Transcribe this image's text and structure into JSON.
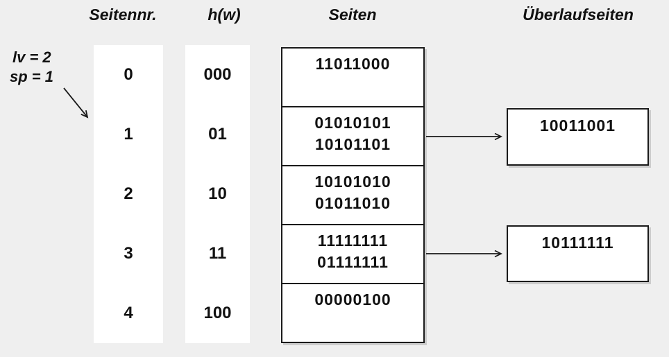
{
  "colors": {
    "background": "#efefef",
    "box_background": "#ffffff",
    "border": "#1a1a1a",
    "text": "#111111"
  },
  "headers": {
    "page_number": "Seitennr.",
    "hash": "h(w)",
    "pages": "Seiten",
    "overflow_pages": "Überlaufseiten"
  },
  "annotation": {
    "line1": "lv = 2",
    "line2": "sp = 1"
  },
  "rows": [
    {
      "nr": "0",
      "hash": "000",
      "values": [
        "11011000"
      ]
    },
    {
      "nr": "1",
      "hash": "01",
      "values": [
        "01010101",
        "10101101"
      ],
      "overflow": "10011001"
    },
    {
      "nr": "2",
      "hash": "10",
      "values": [
        "10101010",
        "01011010"
      ]
    },
    {
      "nr": "3",
      "hash": "11",
      "values": [
        "11111111",
        "01111111"
      ],
      "overflow": "10111111"
    },
    {
      "nr": "4",
      "hash": "100",
      "values": [
        "00000100"
      ]
    }
  ]
}
